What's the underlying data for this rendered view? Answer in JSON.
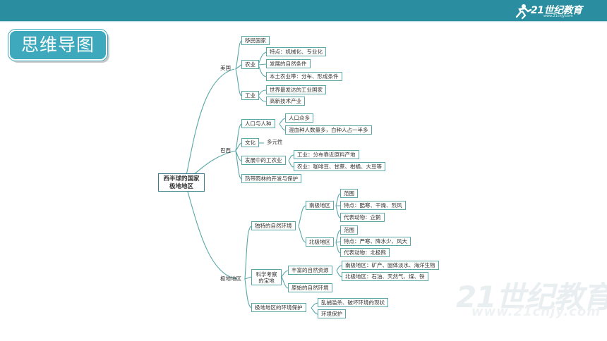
{
  "header": {
    "logo_text": "21世纪教育",
    "logo_url": "www.21cnjy.com"
  },
  "title": "思维导图",
  "watermark": {
    "text": "21世纪教育",
    "url": "www.21cnjy.com"
  },
  "mindmap": {
    "root": "西半球的国家\n极地地区",
    "usa": {
      "label": "美国",
      "immigrant": "移民国家",
      "agriculture": {
        "label": "农业",
        "items": [
          "特点：机械化、专业化",
          "发展的自然条件",
          "本土农业带：分布、形成条件"
        ]
      },
      "industry": {
        "label": "工业",
        "items": [
          "世界最发达的工业国家",
          "高新技术产业"
        ]
      }
    },
    "brazil": {
      "label": "巴西",
      "population": {
        "label": "人口与人种",
        "items": [
          "人口众多",
          "混血种人数量多，白种人占一半多"
        ]
      },
      "culture": {
        "label": "文化",
        "items": [
          "多元性"
        ]
      },
      "developing": {
        "label": "发展中的工农业",
        "items": [
          "工业：分布靠近原料产地",
          "农业：咖啡豆、甘蔗、柑橘、大豆等"
        ]
      },
      "rainforest": "热带雨林的开发与保护"
    },
    "polar": {
      "label": "极地地区",
      "unique": {
        "label": "独特的自然环境",
        "south": {
          "label": "南极地区",
          "items": [
            "范围",
            "特点：酷寒、干燥、烈风",
            "代表动物：企鹅"
          ]
        },
        "north": {
          "label": "北极地区",
          "items": [
            "范围",
            "特点：严寒、降水少、风大",
            "代表动物：北极熊"
          ]
        }
      },
      "science": {
        "label": "科学考察\n的宝地",
        "resources": {
          "label": "丰富的自然资源",
          "items": [
            "南极地区：矿产、固体淡水、海洋生物",
            "北极地区：石油、天然气、煤、铁"
          ]
        },
        "original": "原始的自然环境"
      },
      "protection": {
        "label": "极地地区的环境保护",
        "items": [
          "乱捕滥杀、破坏环境的现状",
          "环境保护"
        ]
      }
    }
  }
}
